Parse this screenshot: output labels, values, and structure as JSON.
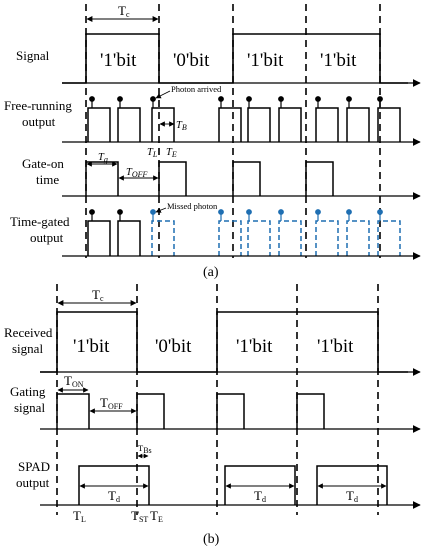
{
  "panel_a": {
    "caption": "(a)",
    "tc_label": "T",
    "tc_sub": "c",
    "rows": {
      "signal": "Signal",
      "free_running_1": "Free-running",
      "free_running_2": "output",
      "gate_on_1": "Gate-on",
      "gate_on_2": "time",
      "time_gated_1": "Time-gated",
      "time_gated_2": "output"
    },
    "bits": [
      "'1'bit",
      "'0'bit",
      "'1'bit",
      "'1'bit"
    ],
    "annotations": {
      "photon_arrived": "Photon arrived",
      "missed_photon": "Missed photon"
    },
    "timing": {
      "tb": "T",
      "tb_sub": "B",
      "tl": "T",
      "tl_sub": "L",
      "te": "T",
      "te_sub": "E",
      "tg": "T",
      "tg_sub": "g",
      "toff": "T",
      "toff_sub": "OFF"
    },
    "colors": {
      "missed_pulse": "#1f6fb2",
      "line": "#000000"
    }
  },
  "panel_b": {
    "caption": "(b)",
    "tc_label": "T",
    "tc_sub": "c",
    "rows": {
      "received_1": "Received",
      "received_2": "signal",
      "gating_1": "Gating",
      "gating_2": "signal",
      "spad_1": "SPAD",
      "spad_2": "output"
    },
    "bits": [
      "'1'bit",
      "'0'bit",
      "'1'bit",
      "'1'bit"
    ],
    "timing": {
      "ton": "T",
      "ton_sub": "ON",
      "toff": "T",
      "toff_sub": "OFF",
      "tbs": "T",
      "tbs_sub": "Bs",
      "td": "T",
      "td_sub": "d",
      "tl": "T",
      "tl_sub": "L",
      "ts": "T",
      "ts_sub": "ST",
      "te": "T",
      "te_sub": "E"
    }
  }
}
